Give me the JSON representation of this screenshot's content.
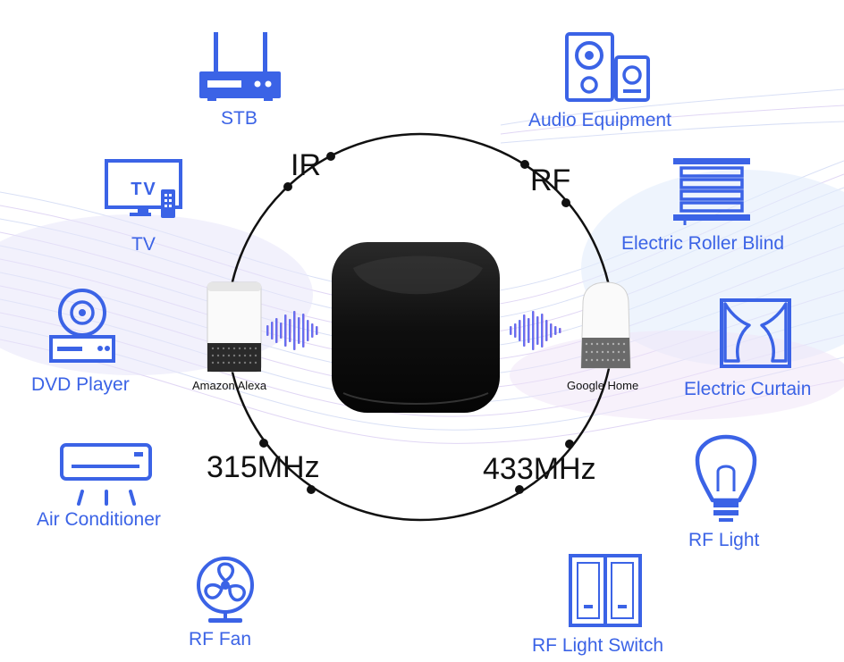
{
  "devices": {
    "stb": "STB",
    "tv": "TV",
    "tv_screen_text": "TV",
    "dvd": "DVD Player",
    "ac": "Air Conditioner",
    "fan": "RF Fan",
    "audio": "Audio Equipment",
    "blind": "Electric Roller Blind",
    "curtain": "Electric Curtain",
    "light": "RF Light",
    "switch": "RF Light Switch"
  },
  "protocols": {
    "ir": "IR",
    "rf": "RF",
    "mhz315": "315MHz",
    "mhz433": "433MHz"
  },
  "speakers": {
    "left": "Amazon Alexa",
    "right": "Google Home"
  },
  "colors": {
    "icon_blue": "#3b63e6",
    "hub": "#121212",
    "wave_left": "#6b8cff",
    "wave_right": "#8a5bd6"
  }
}
